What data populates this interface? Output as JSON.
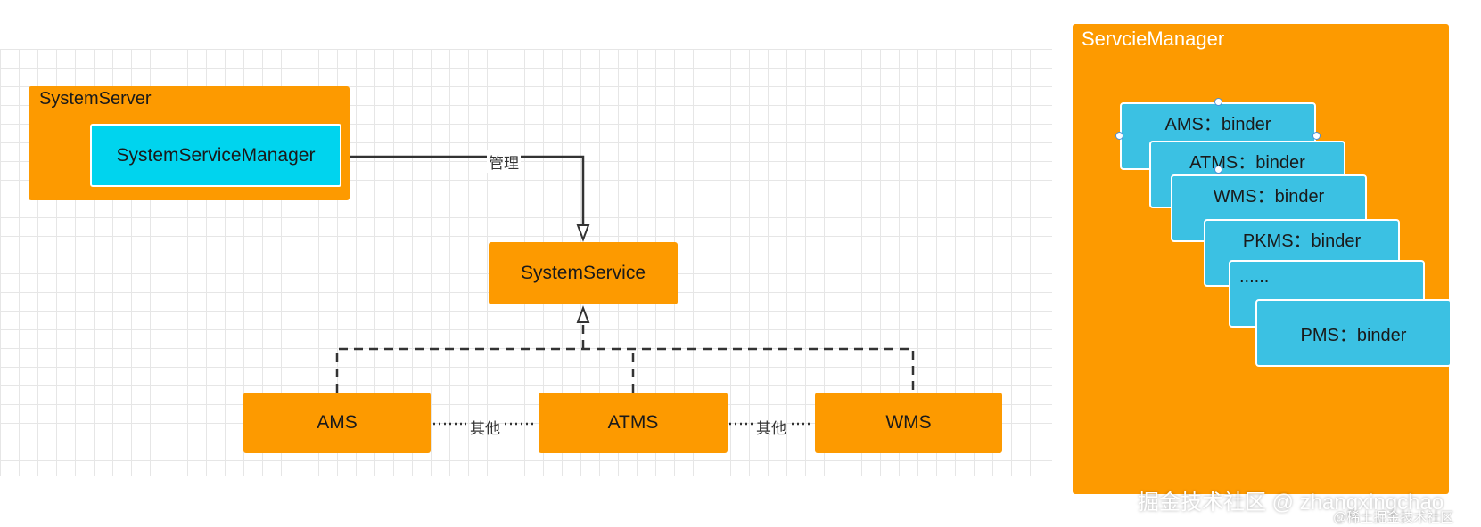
{
  "system_server": {
    "label": "SystemServer",
    "manager_label": "SystemServiceManager"
  },
  "edge_manage_label": "管理",
  "system_service": {
    "label": "SystemService"
  },
  "services": [
    {
      "label": "AMS"
    },
    {
      "label": "ATMS"
    },
    {
      "label": "WMS"
    }
  ],
  "edge_other_label": "其他",
  "service_manager": {
    "label": "ServcieManager",
    "entries": [
      {
        "label": "AMS：binder"
      },
      {
        "label": "ATMS：binder"
      },
      {
        "label": "WMS：binder"
      },
      {
        "label": "PKMS：binder"
      },
      {
        "label": "......"
      },
      {
        "label": "PMS：binder"
      }
    ]
  },
  "watermark": {
    "main": "掘金技术社区 @ zhangxingchao",
    "small": "@稀土掘金技术社区"
  },
  "colors": {
    "orange": "#fd9a00",
    "cyan": "#00d4ee",
    "card_blue": "#3bc1e3"
  }
}
